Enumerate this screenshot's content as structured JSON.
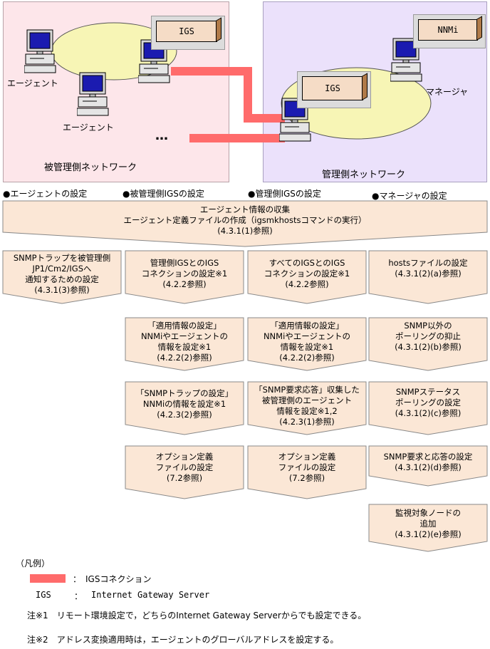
{
  "network": {
    "managed_network_label": "被管理側ネットワーク",
    "manager_network_label": "管理側ネットワーク",
    "agent_label_1": "エージェント",
    "agent_label_2": "エージェント",
    "manager_label": "マネージャ",
    "igs_box_left": "IGS",
    "igs_box_right": "IGS",
    "nnmi_box": "NNMi",
    "ellipsis": "…",
    "colors": {
      "managed_zone": "#fde6ea",
      "manager_zone": "#ebe1fb",
      "ellipse": "#f7f5b5",
      "connection": "#ff6b6b",
      "step_fill": "#fbe7d6"
    }
  },
  "sections": {
    "agent": "●エージェントの設定",
    "managed_igs": "●被管理側IGSの設定",
    "manager_igs": "●管理側IGSの設定",
    "manager": "●マネージャの設定"
  },
  "steps": {
    "top": "エージェント情報の収集\nエージェント定義ファイルの作成（igsmkhostsコマンドの実行）\n(4.3.1(1)参照)",
    "col1": [
      "SNMPトラップを被管理側\nJP1/Cm2/IGSへ\n通知するための設定\n(4.3.1(3)参照)"
    ],
    "col2": [
      "管理側IGSとのIGS\nコネクションの設定※1\n(4.2.2参照)",
      "「適用情報の設定」\nNNMiやエージェントの\n情報を設定※1\n(4.2.2(2)参照)",
      "「SNMPトラップの設定」\nNNMiの情報を設定※1\n(4.2.3(2)参照)",
      "オプション定義\nファイルの設定\n(7.2参照)"
    ],
    "col3": [
      "すべてのIGSとのIGS\nコネクションの設定※1\n(4.2.2参照)",
      "「適用情報の設定」\nNNMiやエージェントの\n情報を設定※1\n(4.2.2(2)参照)",
      "「SNMP要求応答」収集した\n被管理側のエージェント\n情報を設定※1,2\n(4.2.3(1)参照)",
      "オプション定義\nファイルの設定\n(7.2参照)"
    ],
    "col4": [
      "hostsファイルの設定\n(4.3.1(2)(a)参照)",
      "SNMP以外の\nポーリングの抑止\n(4.3.1(2)(b)参照)",
      "SNMPステータス\nポーリングの設定\n(4.3.1(2)(c)参照)",
      "SNMP要求と応答の設定\n(4.3.1(2)(d)参照)",
      "監視対象ノードの\n追加\n(4.3.1(2)(e)参照)"
    ]
  },
  "legend": {
    "title": "（凡例）",
    "igs_connection": "：　IGSコネクション",
    "igs_abbr": "IGS",
    "igs_colon": "：",
    "igs_full": "Internet Gateway Server",
    "note1": "注※1　リモート環境設定で，どちらのInternet Gateway Serverからでも設定できる。",
    "note2": "注※2　アドレス変換適用時は，エージェントのグローバルアドレスを設定する。"
  }
}
